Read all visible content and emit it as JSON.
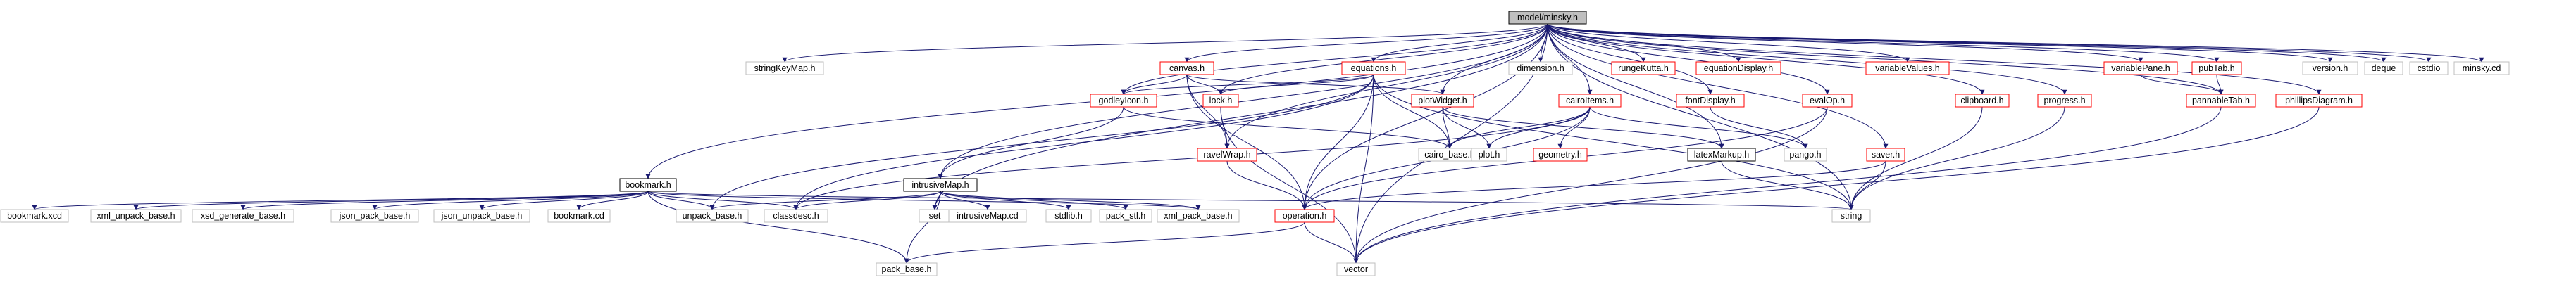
{
  "diagram": {
    "nodes": [
      {
        "id": "model_minsky_h",
        "label": "model/minsky.h",
        "kind": "root"
      },
      {
        "id": "stringKeyMap_h",
        "label": "stringKeyMap.h",
        "kind": "system"
      },
      {
        "id": "bookmark_h",
        "label": "bookmark.h",
        "kind": "project"
      },
      {
        "id": "canvas_h",
        "label": "canvas.h",
        "kind": "linked"
      },
      {
        "id": "equations_h",
        "label": "equations.h",
        "kind": "linked"
      },
      {
        "id": "set",
        "label": "set",
        "kind": "system"
      },
      {
        "id": "intrusiveMap_h",
        "label": "intrusiveMap.h",
        "kind": "project"
      },
      {
        "id": "dimension_h",
        "label": "dimension.h",
        "kind": "system"
      },
      {
        "id": "rungeKutta_h",
        "label": "rungeKutta.h",
        "kind": "linked"
      },
      {
        "id": "equationDisplay_h",
        "label": "equationDisplay.h",
        "kind": "linked"
      },
      {
        "id": "variableValues_h",
        "label": "variableValues.h",
        "kind": "linked"
      },
      {
        "id": "variablePane_h",
        "label": "variablePane.h",
        "kind": "linked"
      },
      {
        "id": "pubTab_h",
        "label": "pubTab.h",
        "kind": "linked"
      },
      {
        "id": "version_h",
        "label": "version.h",
        "kind": "system"
      },
      {
        "id": "deque",
        "label": "deque",
        "kind": "system"
      },
      {
        "id": "cstdio",
        "label": "cstdio",
        "kind": "system"
      },
      {
        "id": "minsky_cd",
        "label": "minsky.cd",
        "kind": "system"
      },
      {
        "id": "godleyIcon_h",
        "label": "godleyIcon.h",
        "kind": "linked"
      },
      {
        "id": "lock_h",
        "label": "lock.h",
        "kind": "linked"
      },
      {
        "id": "plotWidget_h",
        "label": "plotWidget.h",
        "kind": "linked"
      },
      {
        "id": "cairoItems_h",
        "label": "cairoItems.h",
        "kind": "linked"
      },
      {
        "id": "fontDisplay_h",
        "label": "fontDisplay.h",
        "kind": "linked"
      },
      {
        "id": "evalOp_h",
        "label": "evalOp.h",
        "kind": "linked"
      },
      {
        "id": "clipboard_h",
        "label": "clipboard.h",
        "kind": "linked"
      },
      {
        "id": "progress_h",
        "label": "progress.h",
        "kind": "linked"
      },
      {
        "id": "pannableTab_h",
        "label": "pannableTab.h",
        "kind": "linked"
      },
      {
        "id": "phillipsDiagram_h",
        "label": "phillipsDiagram.h",
        "kind": "linked"
      },
      {
        "id": "ravelWrap_h",
        "label": "ravelWrap.h",
        "kind": "linked"
      },
      {
        "id": "cairo_base_h",
        "label": "cairo_base.h",
        "kind": "system"
      },
      {
        "id": "plot_h",
        "label": "plot.h",
        "kind": "system"
      },
      {
        "id": "geometry_h",
        "label": "geometry.h",
        "kind": "linked"
      },
      {
        "id": "latexMarkup_h",
        "label": "latexMarkup.h",
        "kind": "project"
      },
      {
        "id": "pango_h",
        "label": "pango.h",
        "kind": "system"
      },
      {
        "id": "saver_h",
        "label": "saver.h",
        "kind": "linked"
      },
      {
        "id": "bookmark_xcd",
        "label": "bookmark.xcd",
        "kind": "system"
      },
      {
        "id": "xml_unpack_base_h",
        "label": "xml_unpack_base.h",
        "kind": "system"
      },
      {
        "id": "xsd_generate_base_h",
        "label": "xsd_generate_base.h",
        "kind": "system"
      },
      {
        "id": "json_pack_base_h",
        "label": "json_pack_base.h",
        "kind": "system"
      },
      {
        "id": "json_unpack_base_h",
        "label": "json_unpack_base.h",
        "kind": "system"
      },
      {
        "id": "bookmark_cd",
        "label": "bookmark.cd",
        "kind": "system"
      },
      {
        "id": "unpack_base_h",
        "label": "unpack_base.h",
        "kind": "system"
      },
      {
        "id": "classdesc_h",
        "label": "classdesc.h",
        "kind": "system"
      },
      {
        "id": "intrusiveMap_cd",
        "label": "intrusiveMap.cd",
        "kind": "system"
      },
      {
        "id": "stdlib_h",
        "label": "stdlib.h",
        "kind": "system"
      },
      {
        "id": "pack_stl_h",
        "label": "pack_stl.h",
        "kind": "system"
      },
      {
        "id": "xml_pack_base_h",
        "label": "xml_pack_base.h",
        "kind": "system"
      },
      {
        "id": "operation_h",
        "label": "operation.h",
        "kind": "linked"
      },
      {
        "id": "string",
        "label": "string",
        "kind": "system"
      },
      {
        "id": "pack_base_h",
        "label": "pack_base.h",
        "kind": "system"
      },
      {
        "id": "vector",
        "label": "vector",
        "kind": "system"
      }
    ],
    "edges": [
      [
        "model_minsky_h",
        "stringKeyMap_h"
      ],
      [
        "model_minsky_h",
        "bookmark_h"
      ],
      [
        "model_minsky_h",
        "canvas_h"
      ],
      [
        "model_minsky_h",
        "equations_h"
      ],
      [
        "model_minsky_h",
        "set"
      ],
      [
        "model_minsky_h",
        "intrusiveMap_h"
      ],
      [
        "model_minsky_h",
        "dimension_h"
      ],
      [
        "model_minsky_h",
        "rungeKutta_h"
      ],
      [
        "model_minsky_h",
        "equationDisplay_h"
      ],
      [
        "model_minsky_h",
        "variableValues_h"
      ],
      [
        "model_minsky_h",
        "variablePane_h"
      ],
      [
        "model_minsky_h",
        "pubTab_h"
      ],
      [
        "model_minsky_h",
        "version_h"
      ],
      [
        "model_minsky_h",
        "deque"
      ],
      [
        "model_minsky_h",
        "cstdio"
      ],
      [
        "model_minsky_h",
        "minsky_cd"
      ],
      [
        "model_minsky_h",
        "godleyIcon_h"
      ],
      [
        "model_minsky_h",
        "lock_h"
      ],
      [
        "model_minsky_h",
        "plotWidget_h"
      ],
      [
        "model_minsky_h",
        "cairoItems_h"
      ],
      [
        "model_minsky_h",
        "fontDisplay_h"
      ],
      [
        "model_minsky_h",
        "evalOp_h"
      ],
      [
        "model_minsky_h",
        "clipboard_h"
      ],
      [
        "model_minsky_h",
        "progress_h"
      ],
      [
        "model_minsky_h",
        "pannableTab_h"
      ],
      [
        "model_minsky_h",
        "phillipsDiagram_h"
      ],
      [
        "model_minsky_h",
        "ravelWrap_h"
      ],
      [
        "model_minsky_h",
        "latexMarkup_h"
      ],
      [
        "model_minsky_h",
        "saver_h"
      ],
      [
        "model_minsky_h",
        "operation_h"
      ],
      [
        "model_minsky_h",
        "string"
      ],
      [
        "model_minsky_h",
        "vector"
      ],
      [
        "bookmark_h",
        "bookmark_xcd"
      ],
      [
        "bookmark_h",
        "xml_unpack_base_h"
      ],
      [
        "bookmark_h",
        "xsd_generate_base_h"
      ],
      [
        "bookmark_h",
        "json_pack_base_h"
      ],
      [
        "bookmark_h",
        "json_unpack_base_h"
      ],
      [
        "bookmark_h",
        "bookmark_cd"
      ],
      [
        "bookmark_h",
        "unpack_base_h"
      ],
      [
        "bookmark_h",
        "classdesc_h"
      ],
      [
        "bookmark_h",
        "xml_pack_base_h"
      ],
      [
        "bookmark_h",
        "pack_base_h"
      ],
      [
        "bookmark_h",
        "string"
      ],
      [
        "canvas_h",
        "godleyIcon_h"
      ],
      [
        "canvas_h",
        "lock_h"
      ],
      [
        "canvas_h",
        "plotWidget_h"
      ],
      [
        "canvas_h",
        "ravelWrap_h"
      ],
      [
        "canvas_h",
        "operation_h"
      ],
      [
        "equations_h",
        "godleyIcon_h"
      ],
      [
        "equations_h",
        "lock_h"
      ],
      [
        "equations_h",
        "classdesc_h"
      ],
      [
        "equations_h",
        "operation_h"
      ],
      [
        "equations_h",
        "cairo_base_h"
      ],
      [
        "equations_h",
        "string"
      ],
      [
        "equations_h",
        "vector"
      ],
      [
        "godleyIcon_h",
        "intrusiveMap_h"
      ],
      [
        "godleyIcon_h",
        "cairo_base_h"
      ],
      [
        "lock_h",
        "ravelWrap_h"
      ],
      [
        "ravelWrap_h",
        "operation_h"
      ],
      [
        "plotWidget_h",
        "cairo_base_h"
      ],
      [
        "plotWidget_h",
        "plot_h"
      ],
      [
        "plotWidget_h",
        "latexMarkup_h"
      ],
      [
        "cairoItems_h",
        "cairo_base_h"
      ],
      [
        "cairoItems_h",
        "plot_h"
      ],
      [
        "cairoItems_h",
        "geometry_h"
      ],
      [
        "cairoItems_h",
        "pango_h"
      ],
      [
        "cairoItems_h",
        "operation_h"
      ],
      [
        "cairoItems_h",
        "classdesc_h"
      ],
      [
        "fontDisplay_h",
        "pango_h"
      ],
      [
        "evalOp_h",
        "operation_h"
      ],
      [
        "evalOp_h",
        "vector"
      ],
      [
        "clipboard_h",
        "string"
      ],
      [
        "progress_h",
        "string"
      ],
      [
        "variablePane_h",
        "pannableTab_h"
      ],
      [
        "pubTab_h",
        "pannableTab_h"
      ],
      [
        "pannableTab_h",
        "vector"
      ],
      [
        "phillipsDiagram_h",
        "vector"
      ],
      [
        "intrusiveMap_h",
        "classdesc_h"
      ],
      [
        "intrusiveMap_h",
        "set"
      ],
      [
        "intrusiveMap_h",
        "intrusiveMap_cd"
      ],
      [
        "intrusiveMap_h",
        "stdlib_h"
      ],
      [
        "intrusiveMap_h",
        "pack_stl_h"
      ],
      [
        "intrusiveMap_h",
        "xml_pack_base_h"
      ],
      [
        "intrusiveMap_h",
        "pack_base_h"
      ],
      [
        "intrusiveMap_h",
        "unpack_base_h"
      ],
      [
        "latexMarkup_h",
        "string"
      ],
      [
        "saver_h",
        "string"
      ],
      [
        "saver_h",
        "operation_h"
      ],
      [
        "operation_h",
        "pack_base_h"
      ],
      [
        "operation_h",
        "vector"
      ],
      [
        "lock_h",
        "vector"
      ],
      [
        "equations_h",
        "unpack_base_h"
      ]
    ]
  },
  "colors": {
    "root_fill": "#bfbfbf",
    "node_fill": "#ffffff",
    "system_border": "#bfbfbf",
    "project_border": "#000000",
    "linked_border": "#ff0000",
    "edge": "#191970",
    "text": "#000000"
  }
}
